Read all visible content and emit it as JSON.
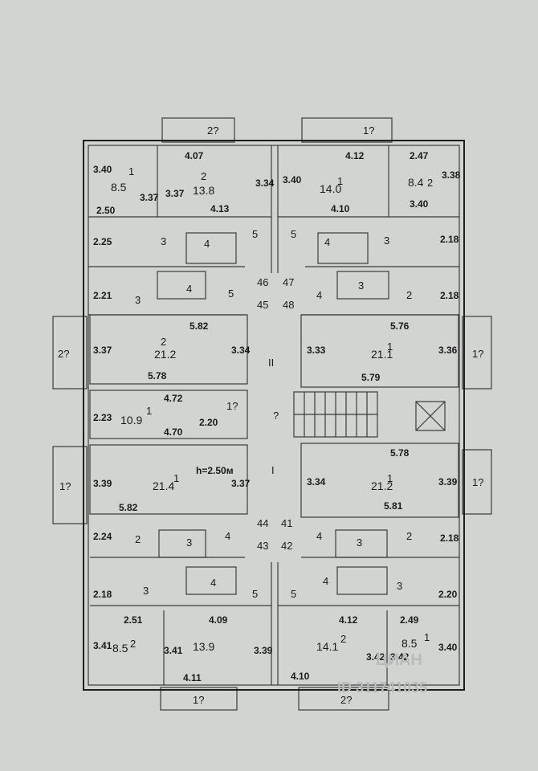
{
  "colors": {
    "paper": "#d2d4d2",
    "ink": "#1e1e1e",
    "watermark": "#b9bbba"
  },
  "watermark": {
    "brand": "ЦИАН",
    "id": "ID 311741035"
  },
  "labels": {
    "balc_tl": "2?",
    "balc_tr": "1?",
    "balc_ml": "2?",
    "balc_mr": "1?",
    "balc_bl": "1?",
    "balc_br": "1?",
    "balc_botl": "1?",
    "balc_botr": "2?",
    "r_tl_a_w": "4.07",
    "r_tl_a_id": "2",
    "r_tl_a_area": "13.8",
    "r_tl_a_h": "3.34",
    "r_tl_a_h2": "3.37",
    "r_tl_a_b": "4.13",
    "r_tl_b_h": "3.40",
    "r_tl_b_id": "1",
    "r_tl_b_area": "8.5",
    "r_tl_b_h2": "3.37",
    "r_tl_b_b": "2.50",
    "r_tl_c_h": "2.25",
    "r_tl_c_id": "3",
    "r_tl_c_id2": "4",
    "r_tl_c_id3": "5",
    "r_tr_a_w": "4.12",
    "r_tr_a_h": "3.40",
    "r_tr_a_id": "1",
    "r_tr_a_area": "14.0",
    "r_tr_a_b": "4.10",
    "r_tr_b_w": "2.47",
    "r_tr_b_h": "3.38",
    "r_tr_b_id": "2",
    "r_tr_b_area": "8.4",
    "r_tr_b_h2": "3.40",
    "r_tr_c_id": "5",
    "r_tr_c_id2": "4",
    "r_tr_c_id3": "3",
    "r_tr_c_h": "2.18",
    "r_ml_s_h": "2.21",
    "r_ml_s_id": "3",
    "r_ml_s_id2": "4",
    "r_ml_s_id3": "5",
    "r_mr_s_id": "4",
    "r_mr_s_id2": "3",
    "r_mr_s_id3": "2",
    "r_mr_s_h": "2.18",
    "hall_a": "46",
    "hall_b": "47",
    "hall_c": "45",
    "hall_d": "48",
    "r_ml_l_w": "5.82",
    "r_ml_l_h": "3.37",
    "r_ml_l_id": "2",
    "r_ml_l_area": "21.2",
    "r_ml_l_h2": "3.34",
    "r_ml_l_b": "5.78",
    "r_mr_l_w": "5.76",
    "r_mr_l_h": "3.33",
    "r_mr_l_id": "1",
    "r_mr_l_area": "21.1",
    "r_mr_l_h2": "3.36",
    "r_mr_l_b": "5.79",
    "corr_ii": "II",
    "corr_q": "?",
    "corr_i": "I",
    "r_sm_w": "4.72",
    "r_sm_h": "2.23",
    "r_sm_id": "1",
    "r_sm_area": "10.9",
    "r_sm_h2": "2.20",
    "r_sm_q": "1?",
    "r_sm_b": "4.70",
    "r_bl_l_h": "3.39",
    "r_bl_l_id": "1",
    "r_bl_l_area": "21.4",
    "r_bl_l_ceil": "h=2.50м",
    "r_bl_l_h2": "3.37",
    "r_bl_l_b": "5.82",
    "r_br_l_w": "5.78",
    "r_br_l_h": "3.34",
    "r_br_l_id": "1",
    "r_br_l_area": "21.2",
    "r_br_l_h2": "3.39",
    "r_br_l_b": "5.81",
    "r_bl_s_h": "2.24",
    "r_bl_s_id": "2",
    "r_bl_s_id2": "3",
    "r_bl_s_id3": "4",
    "r_br_s_id": "4",
    "r_br_s_id2": "3",
    "r_br_s_id3": "2",
    "r_br_s_h": "2.18",
    "hall2_a": "44",
    "hall2_b": "41",
    "hall2_c": "43",
    "hall2_d": "42",
    "r_bl2_h": "2.18",
    "r_bl2_id": "3",
    "r_bl2_id2": "4",
    "r_bl2_id3": "5",
    "r_br2_id": "5",
    "r_br2_id2": "4",
    "r_br2_id3": "3",
    "r_br2_h": "2.20",
    "r_bbl_a_w": "2.51",
    "r_bbl_a_h": "3.41",
    "r_bbl_a_id": "2",
    "r_bbl_a_area": "8.5",
    "r_bbl_b_w": "4.09",
    "r_bbl_b_h": "3.41",
    "r_bbl_b_area": "13.9",
    "r_bbl_b_h2": "3.39",
    "r_bbl_b_b": "4.11",
    "r_bbr_a_w": "4.12",
    "r_bbr_a_id": "2",
    "r_bbr_a_area": "14.1",
    "r_bbr_a_h": "3.42",
    "r_bbr_a_b": "4.10",
    "r_bbr_b_w": "2.49",
    "r_bbr_b_id": "1",
    "r_bbr_b_area": "8.5",
    "r_bbr_b_h": "3.42",
    "r_bbr_b_h2": "3.40"
  }
}
